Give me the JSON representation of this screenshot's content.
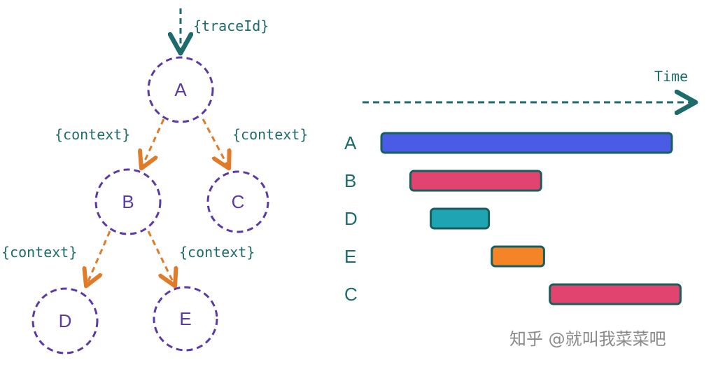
{
  "trace_tree": {
    "entry_label": "{traceId}",
    "nodes": [
      "A",
      "B",
      "C",
      "D",
      "E"
    ],
    "edge_labels": {
      "a_to_b": "{context}",
      "a_to_c": "{context}",
      "b_to_d": "{context}",
      "b_to_e": "{context}"
    }
  },
  "timeline": {
    "axis_label": "Time",
    "rows": [
      {
        "label": "A",
        "color": "#4a5ce6",
        "start": 0.0,
        "end": 1.0
      },
      {
        "label": "B",
        "color": "#e0446f",
        "start": 0.1,
        "end": 0.55
      },
      {
        "label": "D",
        "color": "#1fa4b3",
        "start": 0.17,
        "end": 0.37
      },
      {
        "label": "E",
        "color": "#f58427",
        "start": 0.38,
        "end": 0.56
      },
      {
        "label": "C",
        "color": "#e0446f",
        "start": 0.58,
        "end": 1.03
      }
    ]
  },
  "colors": {
    "node_stroke": "#5b3aa6",
    "context_arrow": "#e07b2a",
    "teal": "#1d6b6b",
    "bar_outline": "#175f5f"
  },
  "watermark": "知乎 @就叫我菜菜吧"
}
